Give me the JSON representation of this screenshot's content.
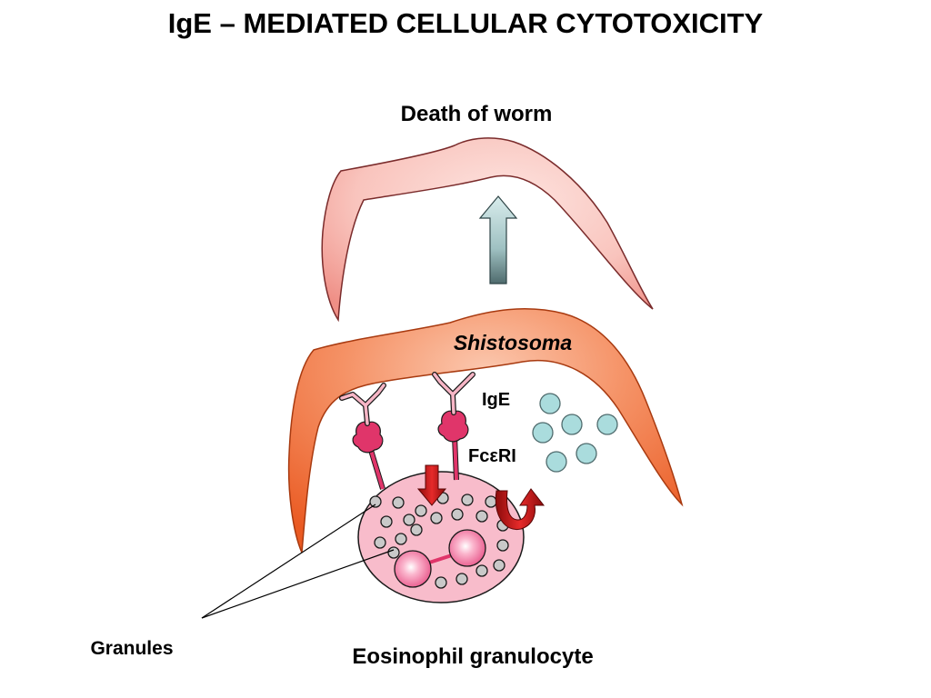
{
  "title": "IgE – MEDIATED CELLULAR CYTOTOXICITY",
  "labels": {
    "death_of_worm": "Death of worm",
    "organism": "Shistosoma",
    "antibody": "IgE",
    "receptor": "FcεRI",
    "granules": "Granules",
    "cell": "Eosinophil granulocyte"
  },
  "colors": {
    "live_worm": "#ef6a2e",
    "dead_worm": "#f6b3ab",
    "eosinophil": "#f7b6c6",
    "granule": "#c8c8c8",
    "released_granule": "#aadcdd",
    "receptor": "#e0356a",
    "degranulation_arrow": "#c81818",
    "result_arrow": "#a8c8c8"
  },
  "icons": [
    "up-arrow-icon",
    "down-arrow-icon",
    "curved-arrow-icon"
  ]
}
